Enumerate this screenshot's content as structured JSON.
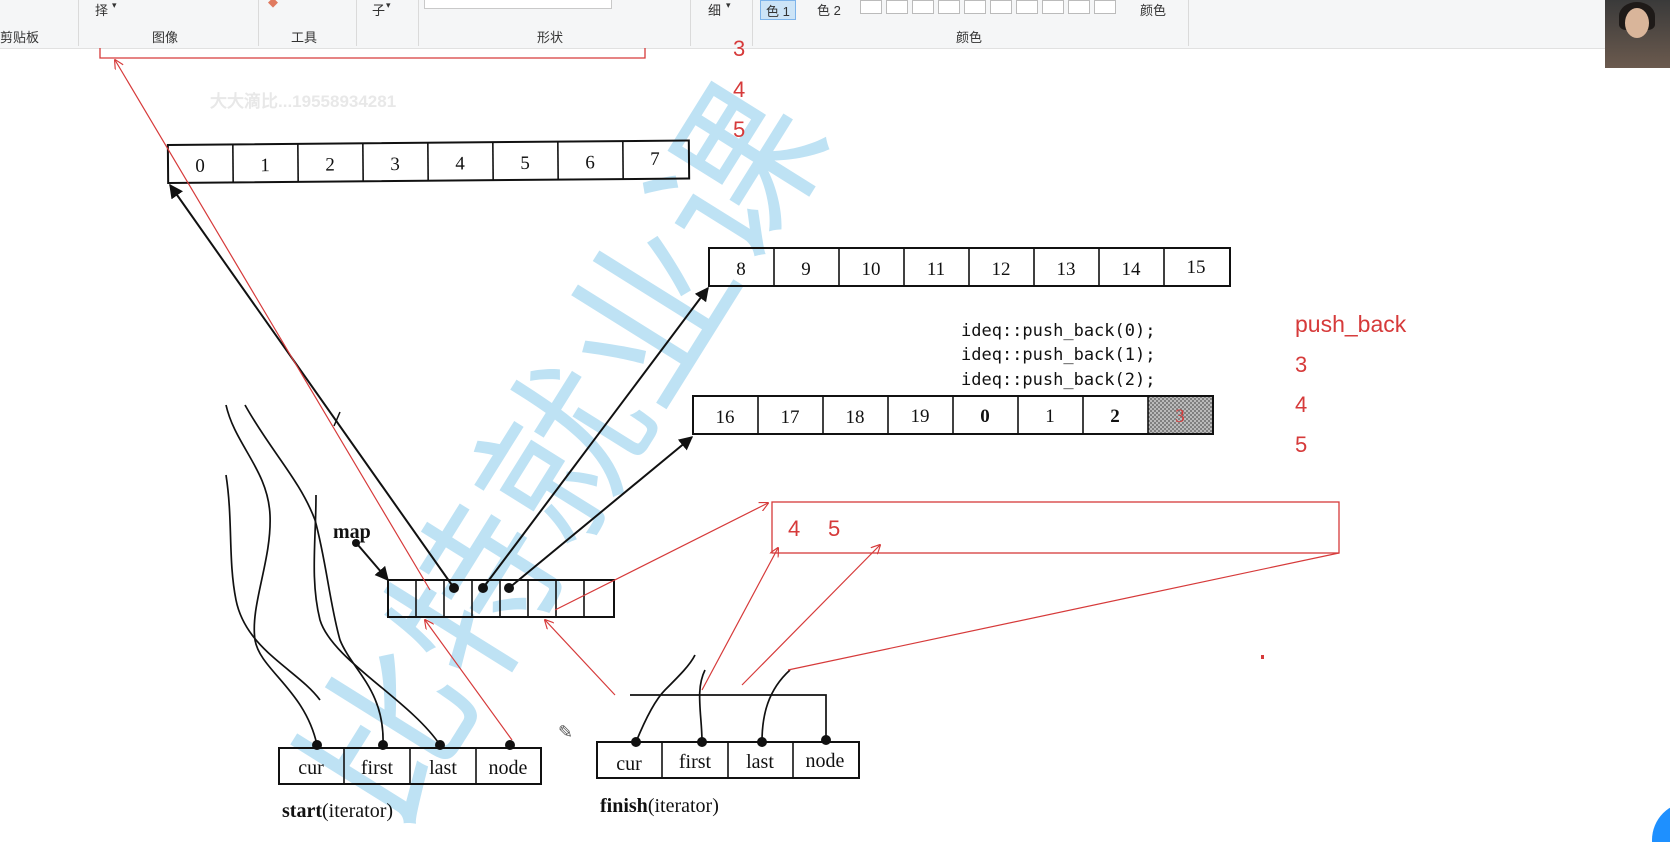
{
  "ribbon": {
    "groups": [
      "剪贴板",
      "图像",
      "工具",
      "形状",
      "颜色"
    ],
    "select_label": "择",
    "shapes_label": "子",
    "size_label": "细",
    "color1_label": "色 1",
    "color2_label": "色 2",
    "edit_colors_label": "颜色"
  },
  "watermark": {
    "text": "比特就业课",
    "faint_text": "大大滴比...19558934281"
  },
  "diagram": {
    "buffer_a": [
      "0",
      "1",
      "2",
      "3",
      "4",
      "5",
      "6",
      "7"
    ],
    "buffer_b": [
      "8",
      "9",
      "10",
      "11",
      "12",
      "13",
      "14",
      "15"
    ],
    "buffer_c": [
      "16",
      "17",
      "18",
      "19",
      "0",
      "1",
      "2",
      "3"
    ],
    "code_lines": [
      "ideq::push_back(0);",
      "ideq::push_back(1);",
      "ideq::push_back(2);"
    ],
    "map_label": "map",
    "start_fields": [
      "cur",
      "first",
      "last",
      "node"
    ],
    "finish_fields": [
      "cur",
      "first",
      "last",
      "node"
    ],
    "start_caption_bold": "start",
    "start_caption_rest": "(iterator)",
    "finish_caption_bold": "finish",
    "finish_caption_rest": "(iterator)"
  },
  "annotations": {
    "top_numbers": [
      "3",
      "4",
      "5"
    ],
    "right_title": "push_back",
    "right_numbers": [
      "3",
      "4",
      "5"
    ],
    "box_numbers": [
      "4",
      "5"
    ],
    "red_color": "#d63a3a",
    "watermark_color": "#a8d8f0"
  }
}
